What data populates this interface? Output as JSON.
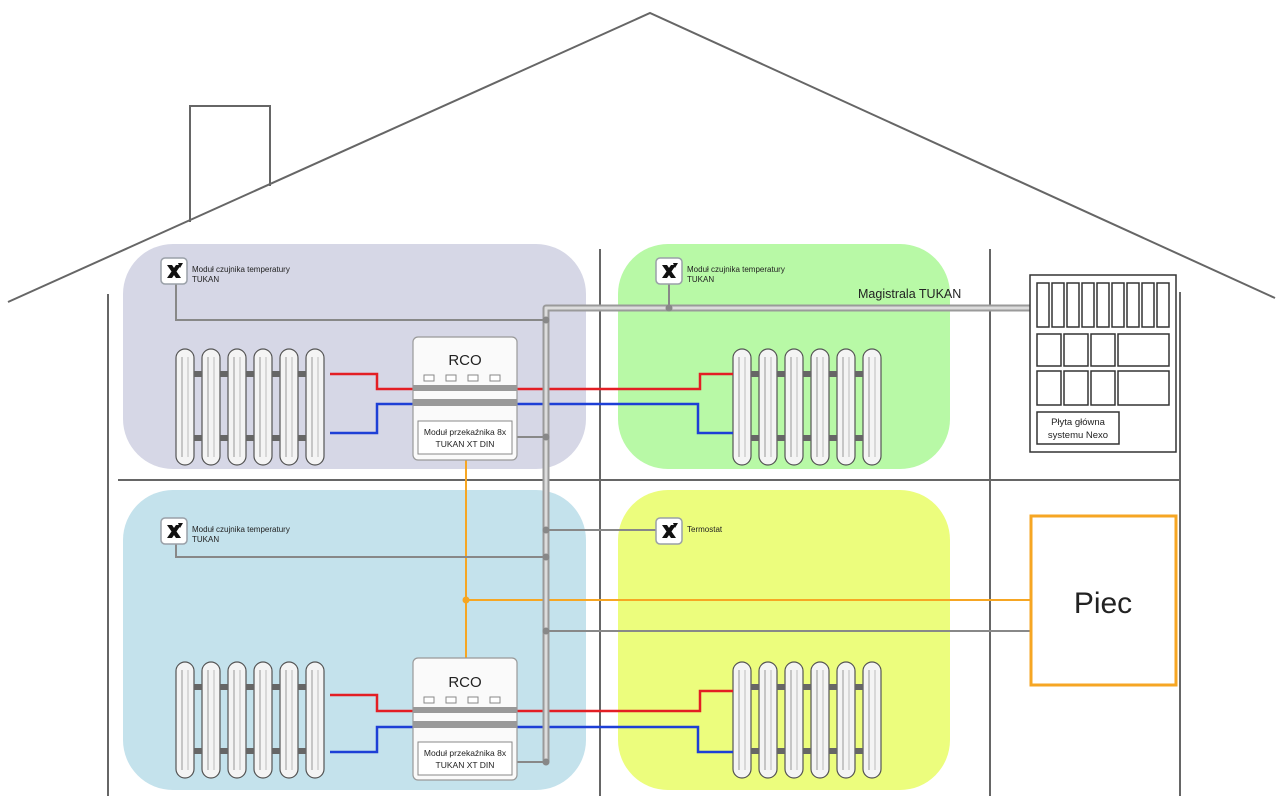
{
  "sensor_label_1": "Moduł czujnika temperatury",
  "sensor_label_2": "TUKAN",
  "thermostat_label": "Termostat",
  "bus_label": "Magistrala TUKAN",
  "rco_label": "RCO",
  "relay_line1": "Moduł przekaźnika 8x",
  "relay_line2": "TUKAN XT DIN",
  "board_line1": "Płyta główna",
  "board_line2": "systemu Nexo",
  "boiler_label": "Piec",
  "colors": {
    "zone_top_left": "#d6d7e6",
    "zone_top_right": "#b8f9a6",
    "zone_bottom_left": "#c4e2ec",
    "zone_bottom_right": "#ecfd7d",
    "hot_pipe": "#e31e24",
    "cold_pipe": "#1d3fd6",
    "control_wire": "#f6a623",
    "bus_wire": "#888888",
    "boiler_border": "#f6a623"
  },
  "icons": {
    "sensor": "x-logo-icon",
    "radiator": "radiator-icon"
  }
}
